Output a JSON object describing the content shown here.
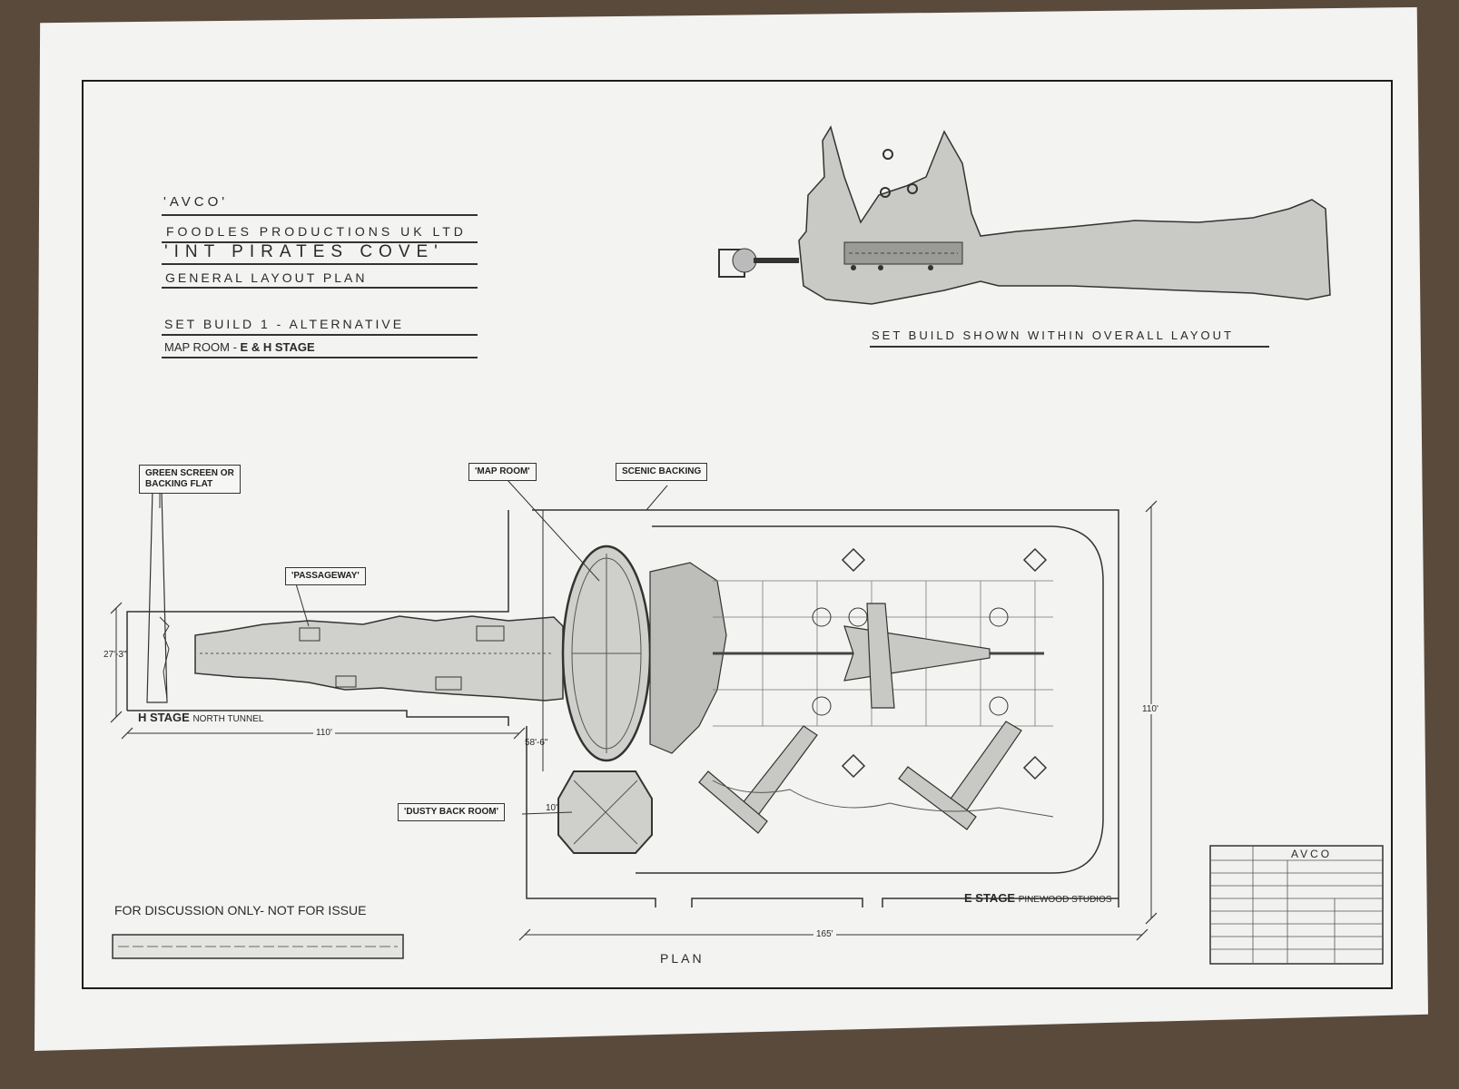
{
  "title_block": {
    "client": "'AVCO'",
    "company": "FOODLES PRODUCTIONS UK LTD",
    "set_name": "'INT PIRATES COVE'",
    "drawing_type": "GENERAL LAYOUT PLAN",
    "build": "SET BUILD 1 - ALTERNATIVE",
    "location_prefix": "MAP ROOM - ",
    "location_stage": "E & H STAGE"
  },
  "overview": {
    "caption": "SET BUILD SHOWN WITHIN OVERALL LAYOUT"
  },
  "callouts": {
    "green_screen_line1": "GREEN SCREEN OR",
    "green_screen_line2": "BACKING FLAT",
    "passageway": "'PASSAGEWAY'",
    "map_room": "'MAP ROOM'",
    "scenic_backing": "SCENIC BACKING",
    "dusty_back_room": "'DUSTY BACK ROOM'"
  },
  "dimensions": {
    "h_stage_width": "27'-3\"",
    "h_stage_length": "110'",
    "map_room_offset": "58'-6\"",
    "back_room_offset": "10'",
    "e_stage_depth": "110'",
    "e_stage_length": "165'"
  },
  "stage_labels": {
    "h_stage": "H STAGE",
    "h_stage_sub": "NORTH TUNNEL",
    "e_stage": "E STAGE",
    "e_stage_sub": "PINEWOOD STUDIOS"
  },
  "footer": {
    "discussion_note": "FOR DISCUSSION ONLY- NOT FOR ISSUE",
    "plan_label": "PLAN"
  },
  "title_stamp": {
    "brand": "AVCO"
  },
  "colors": {
    "paper": "#f3f3f1",
    "ink": "#2a2a2a",
    "table": "#5a4a3c"
  }
}
